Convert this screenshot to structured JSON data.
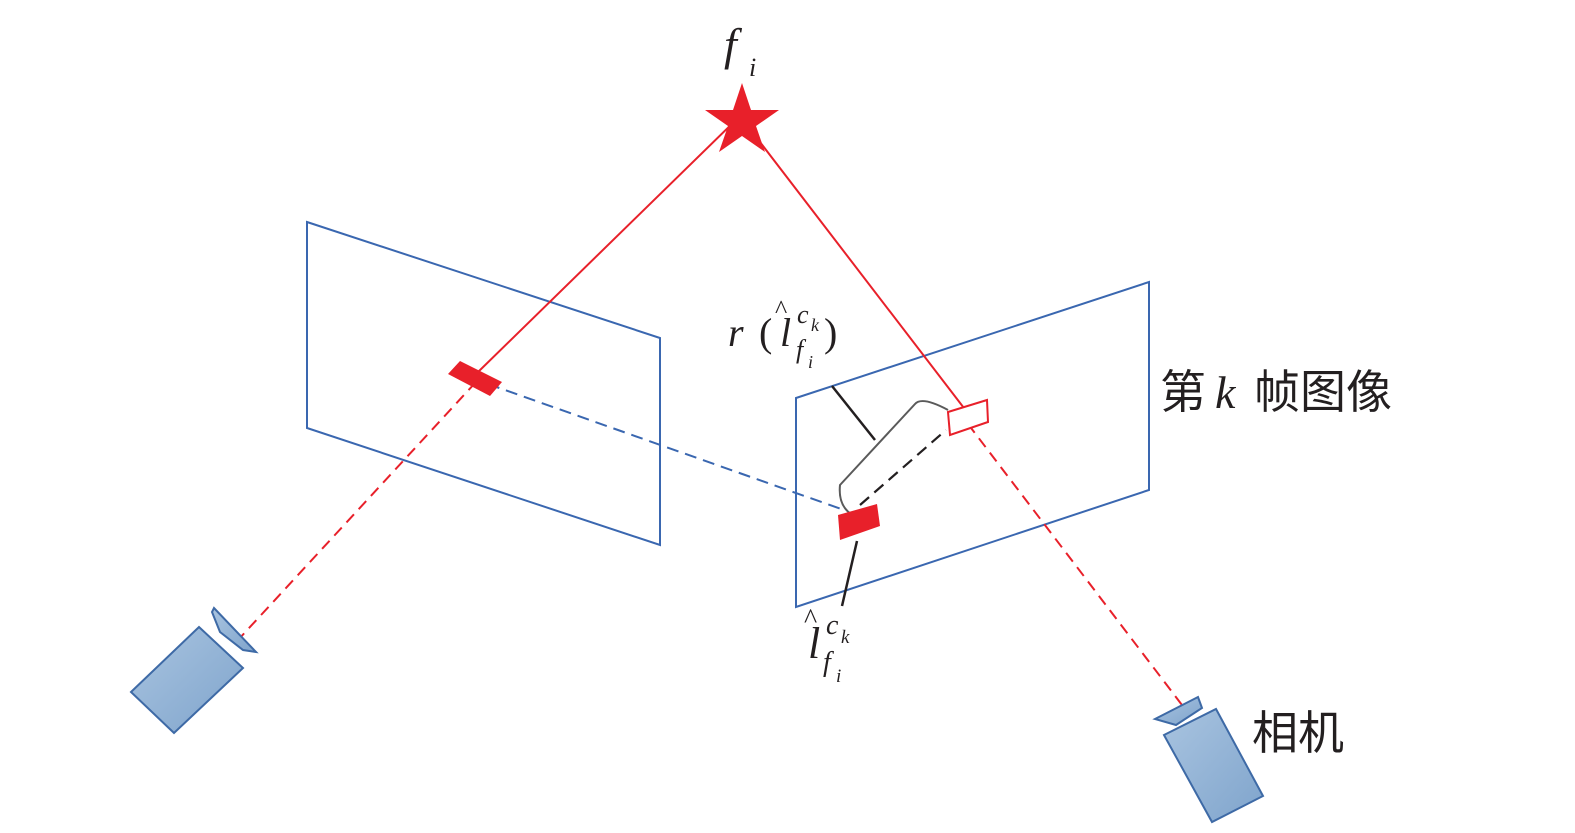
{
  "feature_label": {
    "base": "f",
    "sub": "i"
  },
  "frame_label": {
    "prefix": "第",
    "var": "k",
    "suffix": "帧图像"
  },
  "camera_label": "相机",
  "residual_label": {
    "func": "r",
    "open": "(",
    "base": "l",
    "hat": "^",
    "sup": "c",
    "supsub": "k",
    "sub": "f",
    "subsub": "i",
    "close": ")"
  },
  "observation_label": {
    "base": "l",
    "hat": "^",
    "sup": "c",
    "supsub": "k",
    "sub": "f",
    "subsub": "i"
  },
  "colors": {
    "ray": "#e8202a",
    "plane": "#3a67b0",
    "camera_fill": "#8aaed2",
    "camera_stroke": "#3e6aa6",
    "leader": "#231f20",
    "bracket": "#5a5a5a",
    "projection_fill": "#e8202a"
  },
  "icons": {
    "feature": "star-icon",
    "camera": "video-camera-icon"
  }
}
